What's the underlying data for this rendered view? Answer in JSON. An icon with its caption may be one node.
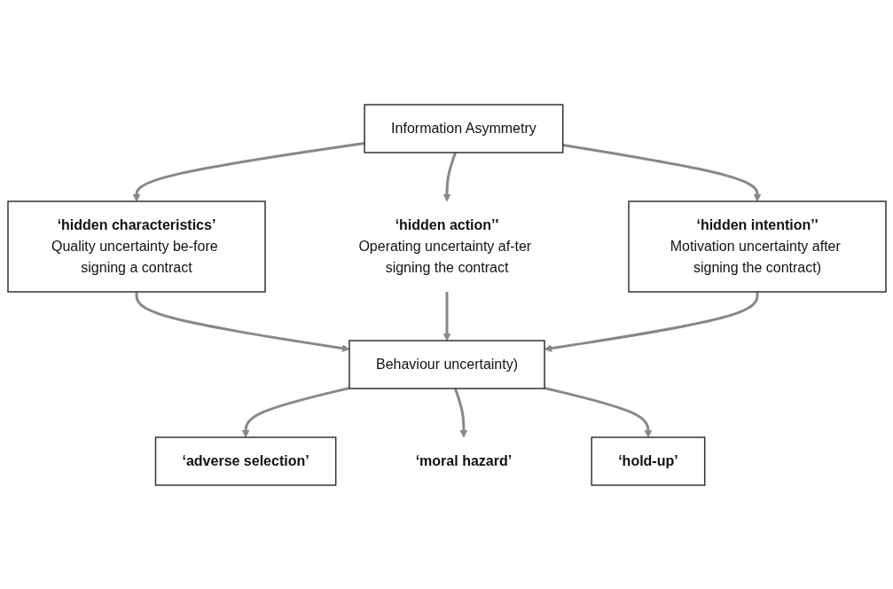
{
  "diagram": {
    "nodes": [
      {
        "text": [
          "Information Asymmetry"
        ]
      },
      {
        "text": [
          "‘hidden characteristics’",
          "Quality uncertainty be-fore signing a contract"
        ]
      },
      {
        "text": [
          "‘hidden action’'",
          "Operating uncertainty af-ter signing the contract"
        ]
      },
      {
        "text": [
          "‘hidden intention’'",
          "Motivation uncertainty after signing the contract)"
        ]
      },
      {
        "text": [
          "Behaviour uncertainty)"
        ]
      },
      {
        "text": [
          "‘adverse selection’"
        ]
      },
      {
        "text": [
          "‘moral hazard’"
        ]
      },
      {
        "text": [
          "‘hold-up’"
        ]
      }
    ],
    "edges": [
      {
        "from": 0,
        "to": 1,
        "arrow": "to"
      },
      {
        "from": 0,
        "to": 2,
        "arrow": "to"
      },
      {
        "from": 0,
        "to": 3,
        "arrow": "to"
      },
      {
        "from": 1,
        "to": 4,
        "arrow": "to"
      },
      {
        "from": 2,
        "to": 4,
        "arrow": "to"
      },
      {
        "from": 3,
        "to": 4,
        "arrow": "to"
      },
      {
        "from": 4,
        "to": 5,
        "arrow": "to"
      },
      {
        "from": 4,
        "to": 6,
        "arrow": "to"
      },
      {
        "from": 4,
        "to": 7,
        "arrow": "to"
      }
    ]
  }
}
